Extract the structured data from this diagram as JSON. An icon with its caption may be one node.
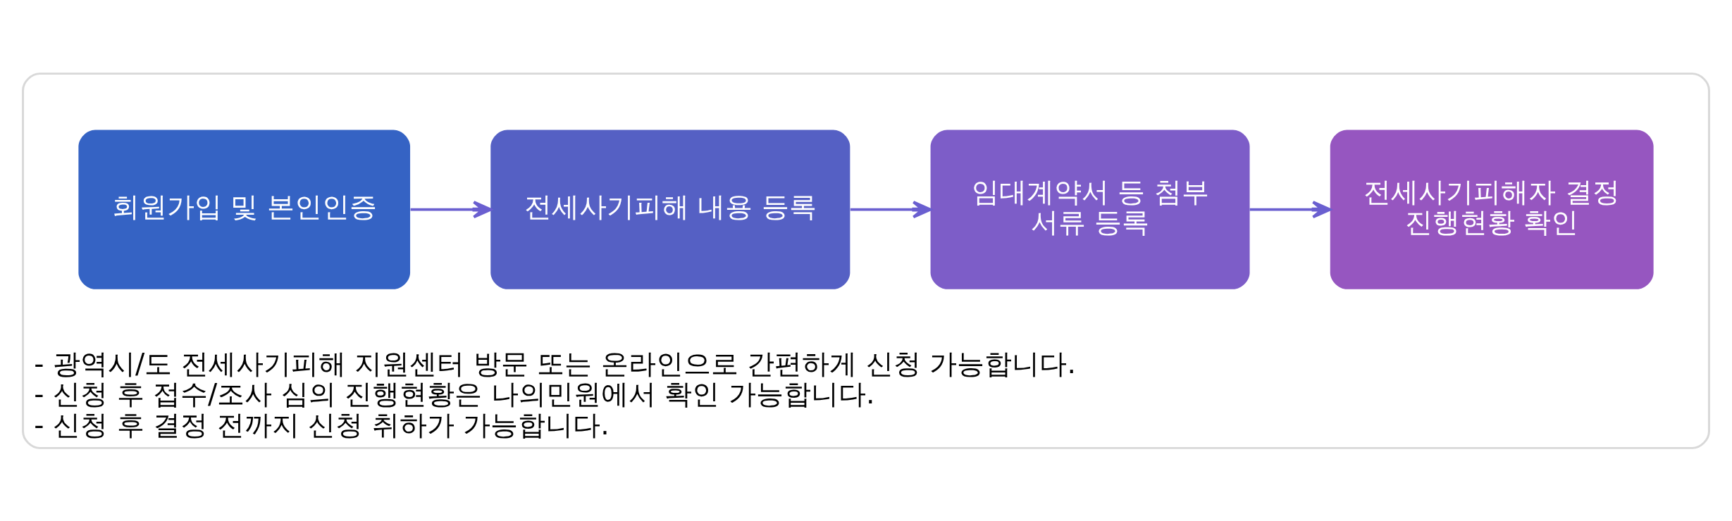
{
  "diagram": {
    "nodes": [
      {
        "text": [
          "- 광역시/도 전세사기피해 지원센터 방문 또는 온라인으로 간편하게 신청 가능합니다.",
          "- 신청 후 접수/조사 심의 진행현황은 나의민원에서 확인 가능합니다.",
          "- 신청 후 결정 전까지 신청 취하가 가능합니다."
        ]
      },
      {
        "text": [
          "회원가입 및 본인인증"
        ],
        "in": 0
      },
      {
        "text": [
          "전세사기피해 내용 등록"
        ],
        "in": 0
      },
      {
        "text": [
          "임대계약서 등 첨부 서류 등록"
        ],
        "in": 0
      },
      {
        "text": [
          "전세사기피해자 결정 진행현황 확인"
        ],
        "in": 0
      }
    ],
    "edges": [
      {
        "from": 1,
        "to": 2,
        "arrow": "to"
      },
      {
        "from": 2,
        "to": 3,
        "arrow": "to"
      },
      {
        "from": 3,
        "to": 4,
        "arrow": "to"
      }
    ]
  }
}
